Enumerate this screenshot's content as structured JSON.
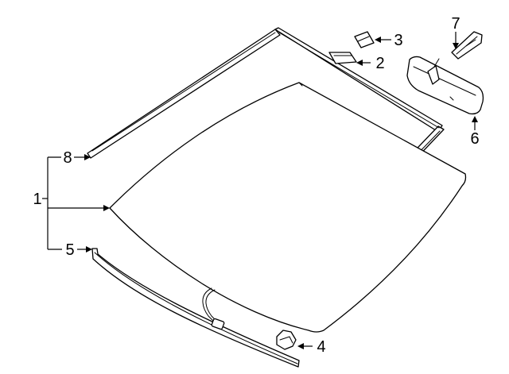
{
  "diagram": {
    "callouts": {
      "c1": "1",
      "c2": "2",
      "c3": "3",
      "c4": "4",
      "c5": "5",
      "c6": "6",
      "c7": "7",
      "c8": "8"
    }
  },
  "colors": {
    "line": "#000000",
    "background": "#ffffff"
  }
}
